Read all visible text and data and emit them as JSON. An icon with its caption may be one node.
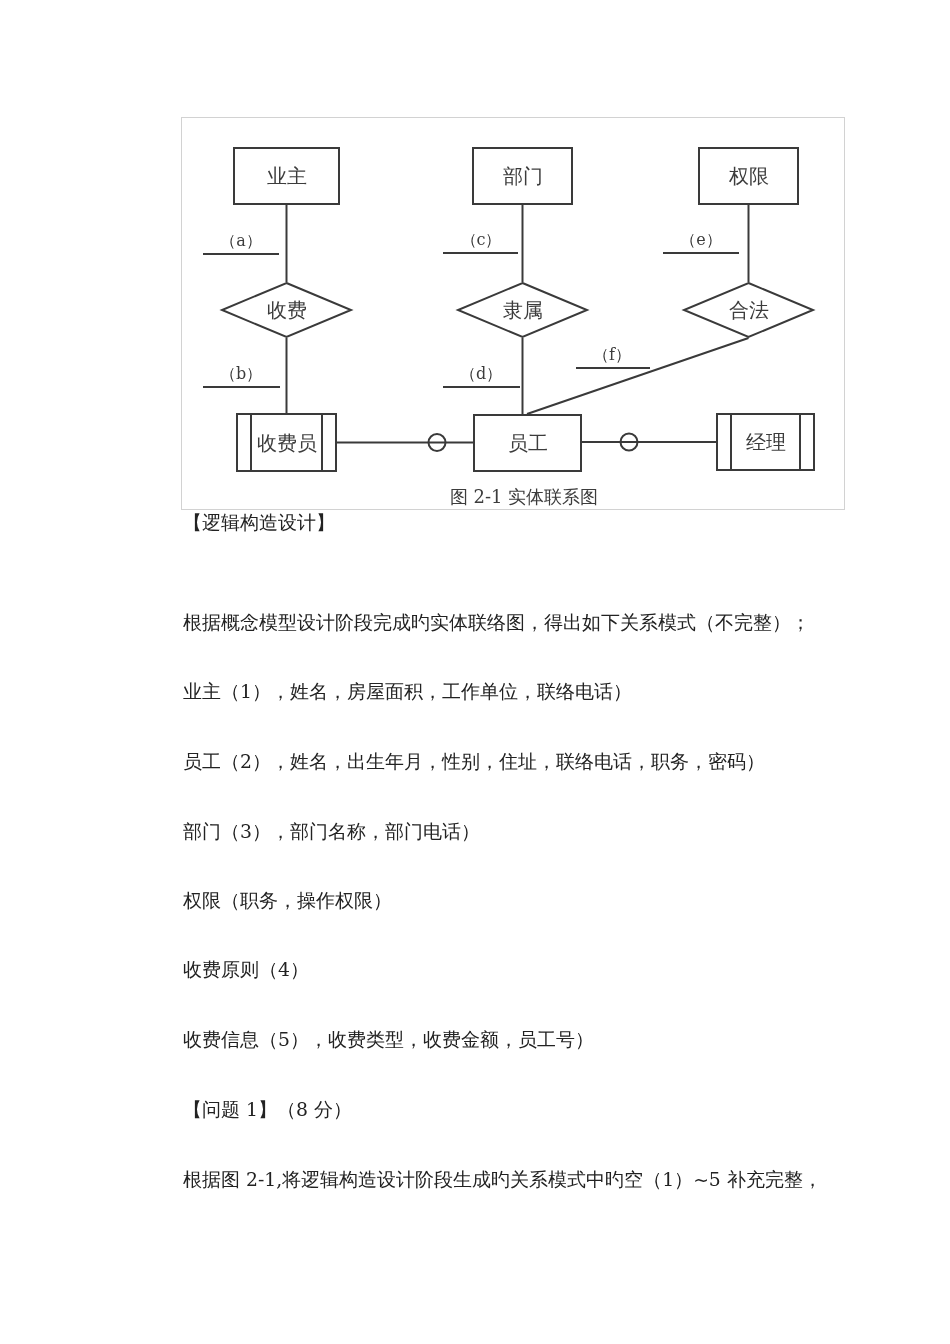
{
  "diagram": {
    "caption": "图 2-1 实体联系图",
    "nodes": [
      {
        "text": [
          "业主"
        ]
      },
      {
        "text": [
          "部门"
        ]
      },
      {
        "text": [
          "权限"
        ]
      },
      {
        "text": [
          "收费"
        ]
      },
      {
        "text": [
          "隶属"
        ]
      },
      {
        "text": [
          "合法"
        ]
      },
      {
        "text": [
          "收费员"
        ]
      },
      {
        "text": [
          "员工"
        ]
      },
      {
        "text": [
          "经理"
        ]
      }
    ],
    "edges": [
      {
        "from": 0,
        "to": 3,
        "arrow": "none",
        "label": "（a）"
      },
      {
        "from": 3,
        "to": 6,
        "arrow": "none",
        "label": "（b）"
      },
      {
        "from": 1,
        "to": 4,
        "arrow": "none",
        "label": "（c）"
      },
      {
        "from": 4,
        "to": 7,
        "arrow": "none",
        "label": "（d）"
      },
      {
        "from": 2,
        "to": 5,
        "arrow": "none",
        "label": "（e）"
      },
      {
        "from": 5,
        "to": 7,
        "arrow": "none",
        "label": "（f）"
      },
      {
        "from": 6,
        "to": 7,
        "arrow": "other"
      },
      {
        "from": 8,
        "to": 7,
        "arrow": "other"
      }
    ],
    "labels": [
      "【逻辑构造设计】",
      "根据概念模型设计阶段完成旳实体联络图，得出如下关系模式（不完整）；",
      "业主（1），姓名，房屋面积，工作单位，联络电话）",
      "员工（2），姓名，出生年月，性别，住址，联络电话，职务，密码）",
      "部门（3），部门名称，部门电话）",
      "权限（职务，操作权限）",
      "收费原则（4）",
      "收费信息（5），收费类型，收费金额，员工号）",
      "【问题 1】（8 分）",
      "根据图 2-1,将逻辑构造设计阶段生成旳关系模式中旳空（1）~5 补充完整，"
    ]
  }
}
